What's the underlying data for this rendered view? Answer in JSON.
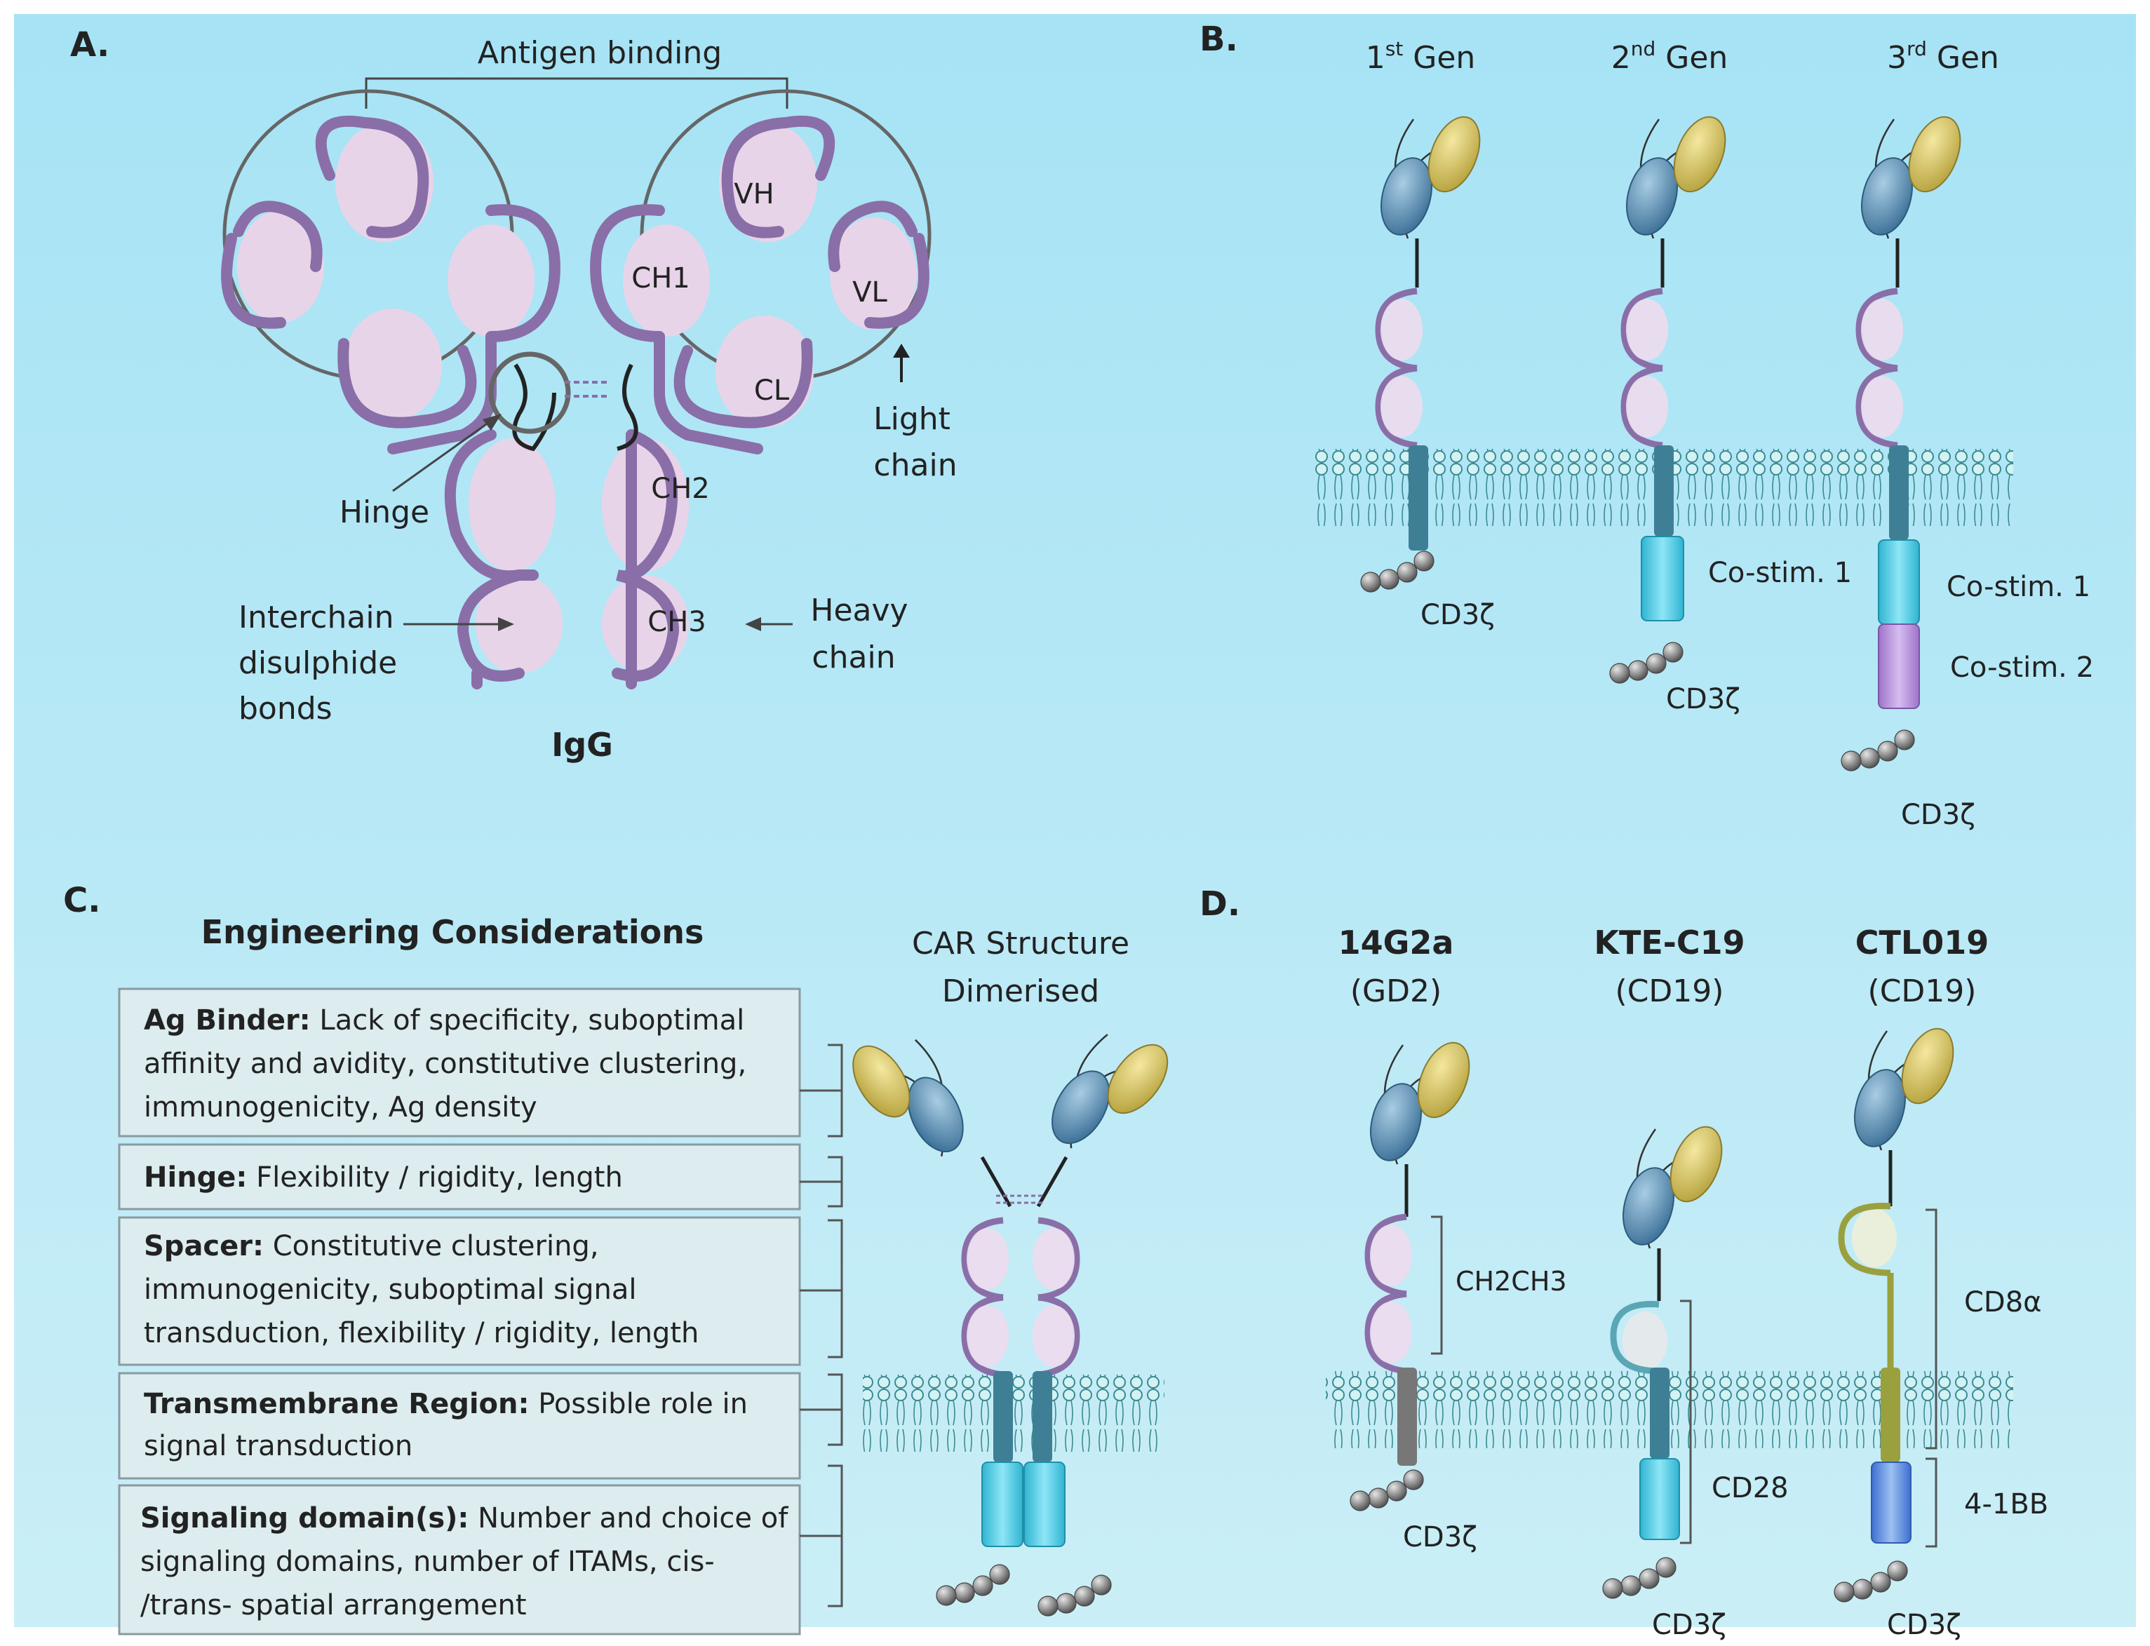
{
  "panels": {
    "a": {
      "letter": "A.",
      "antigen_binding": "Antigen binding",
      "vh": "VH",
      "vl": "VL",
      "ch1": "CH1",
      "cl": "CL",
      "ch2": "CH2",
      "ch3": "CH3",
      "light_chain": [
        "Light",
        "chain"
      ],
      "hinge": "Hinge",
      "heavy_chain": [
        "Heavy",
        "chain"
      ],
      "interchain": [
        "Interchain",
        "disulphide",
        "bonds"
      ],
      "igg": "IgG"
    },
    "b": {
      "letter": "B.",
      "gens": [
        {
          "num": "1",
          "sup": "st",
          "label": " Gen"
        },
        {
          "num": "2",
          "sup": "nd",
          "label": " Gen"
        },
        {
          "num": "3",
          "sup": "rd",
          "label": " Gen"
        }
      ],
      "costim1": "Co-stim. 1",
      "costim2": "Co-stim. 2",
      "cd3z": "CD3ζ"
    },
    "c": {
      "letter": "C.",
      "heading": "Engineering Considerations",
      "car_structure": [
        "CAR Structure",
        "Dimerised"
      ],
      "boxes": [
        {
          "title": "Ag Binder:",
          "lines": [
            " Lack of specificity, suboptimal",
            "affinity and avidity, constitutive clustering,",
            "immunogenicity, Ag density"
          ]
        },
        {
          "title": "Hinge:",
          "lines": [
            " Flexibility / rigidity, length"
          ]
        },
        {
          "title": "Spacer:",
          "lines": [
            " Constitutive clustering,",
            "immunogenicity, suboptimal signal",
            "transduction, flexibility / rigidity, length"
          ]
        },
        {
          "title": "Transmembrane Region:",
          "lines": [
            " Possible role in",
            "signal transduction"
          ]
        },
        {
          "title": "Signaling domain(s):",
          "lines": [
            " Number and choice of",
            "signaling domains, number of ITAMs, cis-",
            "/trans- spatial arrangement"
          ]
        }
      ]
    },
    "d": {
      "letter": "D.",
      "constructs": [
        {
          "name": "14G2a",
          "target": "(GD2)"
        },
        {
          "name": "KTE-C19",
          "target": "(CD19)"
        },
        {
          "name": "CTL019",
          "target": "(CD19)"
        }
      ],
      "ch2ch3": "CH2CH3",
      "cd8a": "CD8α",
      "cd28": "CD28",
      "bb": "4-1BB",
      "cd3z": "CD3ζ"
    }
  },
  "colors": {
    "background": "#a8e4f5",
    "heavy_chain": "#8a6ea8",
    "domain_fill": "#e8d4e8",
    "scfv_blue": "#5c8fb5",
    "scfv_gold": "#d8c560",
    "transmembrane": "#3f7f95",
    "costim_cyan": "#4ecbe6",
    "costim_purple": "#b68fd8",
    "bb_blue": "#5c8ee0",
    "cd8_olive": "#9aa03e",
    "cd28_teal": "#5aa6b4",
    "tm_grey": "#777777",
    "itam_grey": "#808080",
    "box_fill": "#dcecef",
    "box_stroke": "#8a9aa0"
  }
}
